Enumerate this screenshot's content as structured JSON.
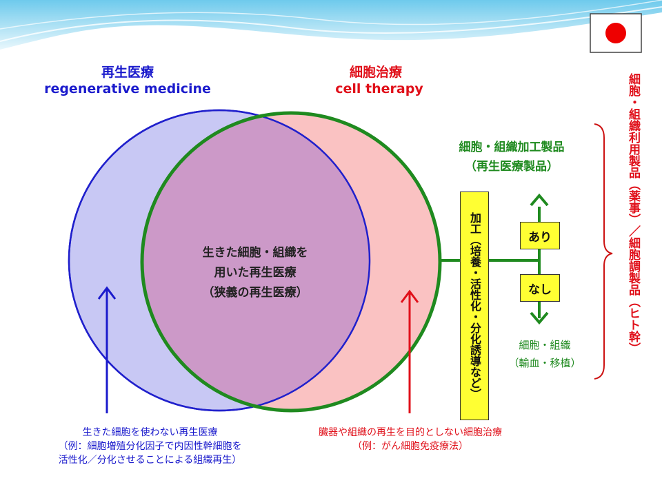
{
  "flag": {
    "icon": "japan-flag-icon",
    "background": "#ffffff",
    "circle_color": "#ee0000"
  },
  "regenerative": {
    "title_ja": "再生医療",
    "title_en": "regenerative medicine",
    "fill": "#c8c8f4",
    "stroke": "#2020cc"
  },
  "cell_therapy": {
    "title_ja": "細胞治療",
    "title_en": "cell therapy",
    "fill": "#fac2c2",
    "stroke": "#1f8a1f"
  },
  "overlap": {
    "fill": "#cc99c8",
    "lines": [
      "生きた細胞・組織を",
      "用いた再生医療",
      "（狭義の再生医療）"
    ]
  },
  "processed_products": {
    "line1": "細胞・組織加工製品",
    "line2": "（再生医療製品）"
  },
  "processing_box": {
    "text": "加工（培養・活性化・分化誘導など）"
  },
  "yes_box": {
    "text": "あり"
  },
  "no_box": {
    "text": "なし"
  },
  "unprocessed": {
    "line1": "細胞・組織",
    "line2": "（輸血・移植）"
  },
  "right_vertical": {
    "text": "細胞・組織利用製品（薬事）／細胞調製品（ヒト幹）"
  },
  "note_left": {
    "line1": "生きた細胞を使わない再生医療",
    "line2": "（例：細胞増殖分化因子で内因性幹細胞を",
    "line3": "活性化／分化させることによる組織再生）"
  },
  "note_right": {
    "line1": "臓器や組織の再生を目的としない細胞治療",
    "line2": "（例：がん細胞免疫療法）"
  },
  "colors": {
    "yellow": "#ffff33",
    "wave": "#8fd3ee"
  }
}
